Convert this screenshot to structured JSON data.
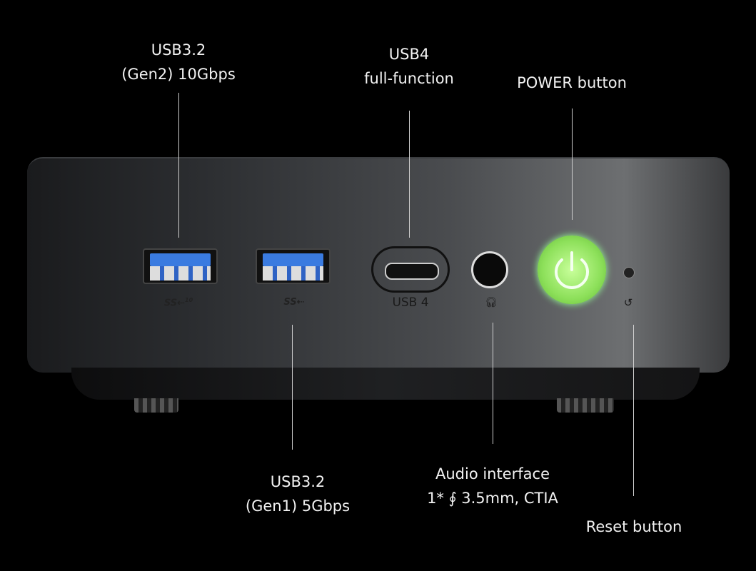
{
  "callouts": {
    "usb32_gen2": {
      "line1": "USB3.2",
      "line2": "(Gen2) 10Gbps"
    },
    "usb4": {
      "line1": "USB4",
      "line2": "full-function"
    },
    "power": {
      "line1": "POWER button"
    },
    "usb32_gen1": {
      "line1": "USB3.2",
      "line2": "(Gen1) 5Gbps"
    },
    "audio": {
      "line1": "Audio interface",
      "line2": "1* ∮ 3.5mm, CTIA"
    },
    "reset": {
      "line1": "Reset button"
    }
  },
  "device": {
    "usb_c_label": "USB 4",
    "ss10_label": "SS",
    "ss10_sup": "10",
    "ss_label": "SS"
  },
  "colors": {
    "background": "#000000",
    "power_glow": "#8de05a",
    "usb3_blue": "#3a7be0"
  }
}
